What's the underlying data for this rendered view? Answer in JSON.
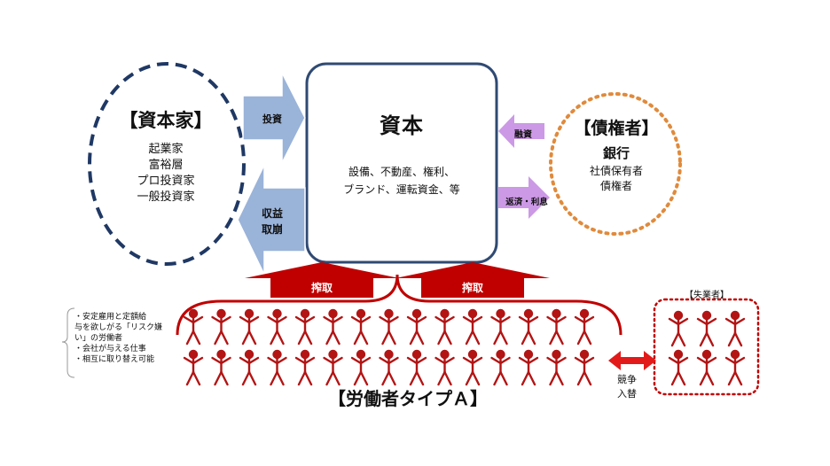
{
  "capitalist": {
    "title": "【資本家】",
    "items": [
      "起業家",
      "富裕層",
      "プロ投資家",
      "一般投資家"
    ]
  },
  "capital": {
    "title": "資本",
    "desc_line1": "設備、不動産、権利、",
    "desc_line2": "ブランド、運転資金、等"
  },
  "creditor": {
    "title": "【債権者】",
    "bank": "銀行",
    "items": [
      "社債保有者",
      "債権者"
    ]
  },
  "arrows": {
    "invest": "投資",
    "return_line1": "収益",
    "return_line2": "取崩",
    "finance": "融資",
    "repay": "返済・利息",
    "exploit_left": "搾取",
    "exploit_right": "搾取"
  },
  "note": {
    "lines": [
      "・安定雇用と定額給",
      "与を欲しがる「リスク嫌",
      "い」の労働者",
      "・会社が与える仕事",
      "・相互に取り替え可能"
    ]
  },
  "workers": {
    "title": "【労働者タイプＡ】",
    "rows": 2,
    "per_row": 15
  },
  "competition": {
    "line1": "競争",
    "line2": "入替"
  },
  "unemployed": {
    "label": "【失業者】",
    "rows": 2,
    "per_row": 3
  },
  "colors": {
    "capitalist_border": "#1f3864",
    "capital_border": "#2f4a73",
    "creditor_border": "#e08a3c",
    "blue_arrow": "#9ab3d9",
    "purple_arrow": "#cc99e6",
    "red": "#c00000",
    "figure": "#b31414"
  }
}
